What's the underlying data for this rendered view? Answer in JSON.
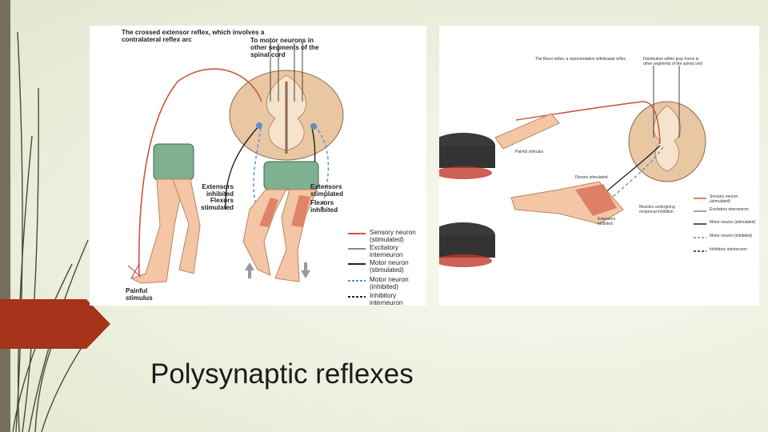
{
  "slide": {
    "title": "Polysynaptic reflexes",
    "colors": {
      "accent": "#a6331a",
      "side_bar": "#75705a",
      "background": "#eef2e2"
    }
  },
  "figure_left": {
    "heading": "The crossed extensor reflex, which involves a contralateral reflex arc",
    "labels": {
      "to_motor": "To motor neurons in other segments of the spinal cord",
      "extensors_inhibited": "Extensors inhibited",
      "flexors_stimulated": "Flexors stimulated",
      "extensors_stimulated": "Extensors stimulated",
      "flexors_inhibited": "Flexors inhibited",
      "painful_stimulus": "Painful stimulus"
    },
    "legend": [
      {
        "label": "Sensory neuron (stimulated)",
        "color": "#d9513a",
        "style": "solid"
      },
      {
        "label": "Excitatory interneuron",
        "color": "#888888",
        "style": "solid"
      },
      {
        "label": "Motor neuron (stimulated)",
        "color": "#222222",
        "style": "solid"
      },
      {
        "label": "Motor neuron (inhibited)",
        "color": "#5b8fc7",
        "style": "dashed"
      },
      {
        "label": "Inhibitory interneuron",
        "color": "#222222",
        "style": "dashed"
      }
    ]
  },
  "figure_right": {
    "heading": "The flexor reflex, a representative withdrawal reflex",
    "labels": {
      "distribution": "Distribution within gray horns to other segments of the spinal cord",
      "painful_stimulus": "Painful stimulus",
      "flexors_stimulated": "Flexors stimulated",
      "muscles_reciprocal": "Muscles undergoing reciprocal inhibition",
      "extensors_inhibited": "Extensors inhibited"
    },
    "legend": [
      {
        "label": "Sensory neuron (stimulated)",
        "color": "#d9513a",
        "style": "solid"
      },
      {
        "label": "Excitatory interneuron",
        "color": "#888888",
        "style": "solid"
      },
      {
        "label": "Motor neuron (stimulated)",
        "color": "#222222",
        "style": "solid"
      },
      {
        "label": "Motor neuron (inhibited)",
        "color": "#5b8fc7",
        "style": "dashed"
      },
      {
        "label": "Inhibitory interneuron",
        "color": "#222222",
        "style": "dashed"
      }
    ]
  }
}
